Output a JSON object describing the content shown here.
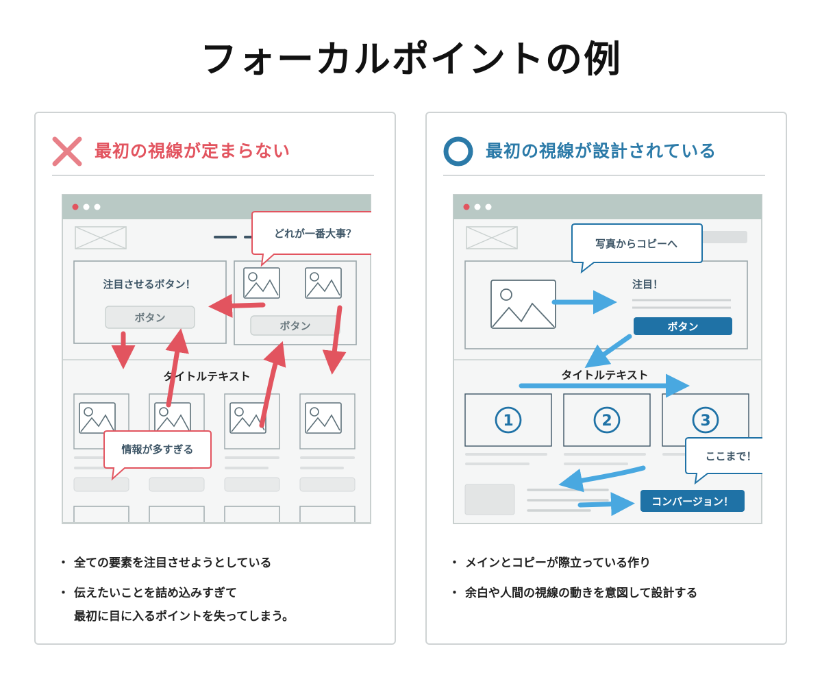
{
  "title": "フォーカルポイントの例",
  "bad": {
    "heading": "最初の視線が定まらない",
    "bubble_top": "どれが一番大事？",
    "card_heading": "注目させるボタン！",
    "button1": "ボタン",
    "button2": "ボタン",
    "section_title": "タイトルテキスト",
    "bubble_bottom": "情報が多すぎる",
    "bullets": [
      [
        "全ての要素を注目させようとしている"
      ],
      [
        "伝えたいことを詰め込みすぎて",
        "最初に目に入るポイントを失ってしまう。"
      ]
    ]
  },
  "good": {
    "heading": "最初の視線が設計されている",
    "bubble_top": "写真からコピーへ",
    "card_heading": "注目！",
    "button": "ボタン",
    "section_title": "タイトルテキスト",
    "numbers": [
      "1",
      "2",
      "3"
    ],
    "bubble_bottom": "ここまで！",
    "cta": "コンバージョン！",
    "bullets": [
      [
        "メインとコピーが際立っている作り"
      ],
      [
        "余白や人間の視線の動きを意図して設計する"
      ]
    ]
  },
  "colors": {
    "red": "#e2545f",
    "blue": "#2b7aa8",
    "arrow_blue": "#49a8e0",
    "browser_bar": "#b9c9c5",
    "line": "#5c6f78"
  }
}
